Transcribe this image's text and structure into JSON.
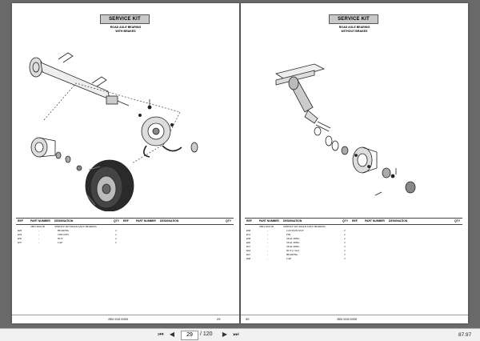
{
  "left_page": {
    "title": "SERVICE KIT",
    "subtitle_1": "ROAD AXLE BEARING",
    "subtitle_2": "WITH BRAKES",
    "columns": [
      "REF",
      "PART NUMBER",
      "DESIGNATION",
      "QTY",
      "REF",
      "PART NUMBER",
      "DESIGNATION",
      "QTY"
    ],
    "rows": [
      {
        "ref": "",
        "part": "2B01 0042 00",
        "designation": "SERVICE KIT ROAD AXLE BEARING",
        "qty": ""
      },
      {
        "ref": "●28",
        "part": "-",
        "designation": "BEARING",
        "qty": "2"
      },
      {
        "ref": "●29",
        "part": "-",
        "designation": "CIRCLIPS",
        "qty": "2"
      },
      {
        "ref": "●36",
        "part": "-",
        "designation": "NUT",
        "qty": "2"
      },
      {
        "ref": "●37",
        "part": "-",
        "designation": "CAP",
        "qty": "2"
      }
    ],
    "footer_code": "2B01 0042 00000",
    "page_number": "29"
  },
  "right_page": {
    "title": "SERVICE KIT",
    "subtitle_1": "ROAD AXLE BEARING",
    "subtitle_2": "WITHOUT BRAKES",
    "columns": [
      "REF",
      "PART NUMBER",
      "DESIGNATION",
      "QTY",
      "REF",
      "PART NUMBER",
      "DESIGNATION",
      "QTY"
    ],
    "rows": [
      {
        "ref": "",
        "part": "2B01 0043 00",
        "designation": "SERVICE KIT ROAD AXLE BEARING",
        "qty": ""
      },
      {
        "ref": "●38",
        "part": "-",
        "designation": "CASTLED NUT",
        "qty": "2"
      },
      {
        "ref": "●31",
        "part": "-",
        "designation": "PIN",
        "qty": "2"
      },
      {
        "ref": "●38",
        "part": "-",
        "designation": "SEAL RING",
        "qty": "2"
      },
      {
        "ref": "●46",
        "part": "-",
        "designation": "SEAL RING",
        "qty": "2"
      },
      {
        "ref": "●37",
        "part": "-",
        "designation": "SEAL RING",
        "qty": "2"
      },
      {
        "ref": "●44",
        "part": "-",
        "designation": "NUT (1 Set)",
        "qty": "2"
      },
      {
        "ref": "●47",
        "part": "-",
        "designation": "BEARING",
        "qty": "2"
      },
      {
        "ref": "●48",
        "part": "-",
        "designation": "CAP",
        "qty": "2"
      }
    ],
    "footer_code": "2B01 0043 00000",
    "page_number": "30"
  },
  "toolbar": {
    "first_label": "⏮",
    "prev_label": "◀",
    "current_page": "29",
    "total_pages": "/ 120",
    "next_label": "▶",
    "last_label": "⏭",
    "zoom": "87.97"
  }
}
